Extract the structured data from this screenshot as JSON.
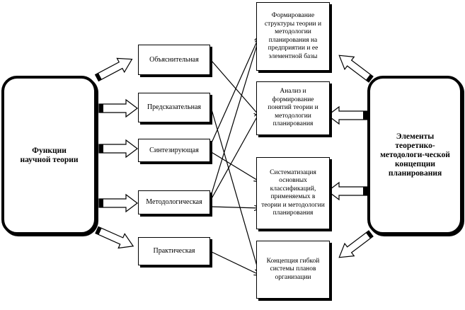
{
  "left_block": {
    "title": "Функции научной теории"
  },
  "right_block": {
    "title": "Элементы теоретнко-методологи-ческой концепции планирования"
  },
  "functions": [
    {
      "label": "Объяснительная"
    },
    {
      "label": "Предсказательная"
    },
    {
      "label": "Синтезирующая"
    },
    {
      "label": "Методологическая"
    },
    {
      "label": "Практическая"
    }
  ],
  "elements": [
    {
      "label": "Формирование структуры теории и методологии планирования на предприятии и ее элементной базы"
    },
    {
      "label": "Анализ и формирование понятий теории и методологии планирования"
    },
    {
      "label": "Систематизация основных классификаций, применяемых в теории и методологии планирования"
    },
    {
      "label": "Концепция гибкой системы планов организации"
    }
  ]
}
